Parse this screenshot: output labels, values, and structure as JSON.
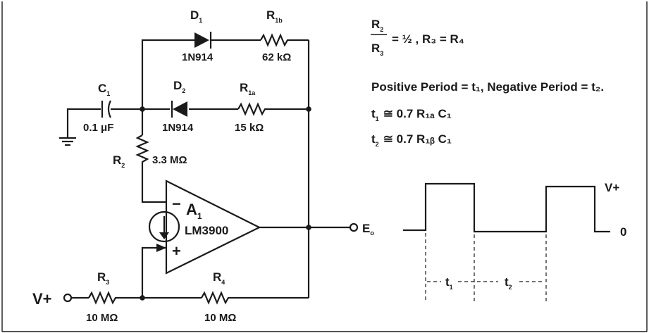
{
  "components": {
    "d1": {
      "name": "D",
      "sub": "1",
      "part": "1N914"
    },
    "r1b": {
      "name": "R",
      "sub": "1b",
      "value": "62 kΩ"
    },
    "c1": {
      "name": "C",
      "sub": "1",
      "value": "0.1 μF"
    },
    "d2": {
      "name": "D",
      "sub": "2",
      "part": "1N914"
    },
    "r1a": {
      "name": "R",
      "sub": "1a",
      "value": "15 kΩ"
    },
    "r2": {
      "name": "R",
      "sub": "2",
      "value": "3.3 MΩ"
    },
    "a1": {
      "name": "A",
      "sub": "1",
      "part": "LM3900",
      "minus": "−",
      "plus": "+"
    },
    "r3": {
      "name": "R",
      "sub": "3",
      "value": "10 MΩ"
    },
    "r4": {
      "name": "R",
      "sub": "4",
      "value": "10 MΩ"
    },
    "vplus": "V+",
    "output": {
      "name": "E",
      "sub": "o"
    }
  },
  "equations": {
    "ratio_num": "R",
    "ratio_num_sub": "2",
    "ratio_den": "R",
    "ratio_den_sub": "3",
    "ratio_rest": "= ½ , R₃ = R₄",
    "period_line": "Positive Period = t₁, Negative Period = t₂.",
    "t1_main": "t",
    "t1_sub": "1",
    "t1_rest": "≅ 0.7 R₁ₐ C₁",
    "t2_main": "t",
    "t2_sub": "2",
    "t2_rest": "≅ 0.7 R₁ᵦ C₁"
  },
  "waveform": {
    "high_label": "V+",
    "low_label": "0",
    "t1_label": "t",
    "t1_sub": "1",
    "t2_label": "t",
    "t2_sub": "2"
  }
}
